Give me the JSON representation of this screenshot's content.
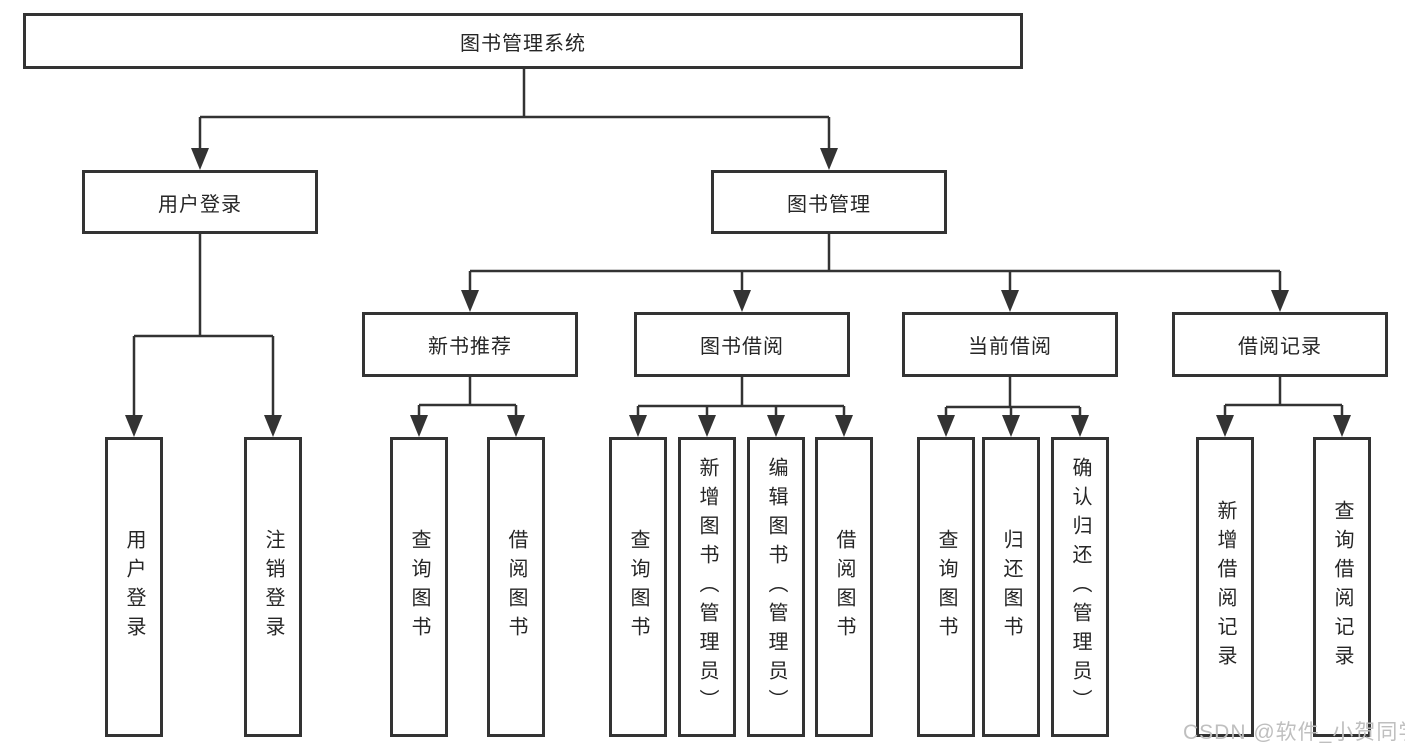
{
  "diagram_title": "图书管理系统",
  "tree": {
    "root": {
      "label": "图书管理系统"
    },
    "branches": [
      {
        "label": "用户登录",
        "children": [
          {
            "label": "用户登录"
          },
          {
            "label": "注销登录"
          }
        ]
      },
      {
        "label": "图书管理",
        "children": [
          {
            "label": "新书推荐",
            "children": [
              {
                "label": "查询图书"
              },
              {
                "label": "借阅图书"
              }
            ]
          },
          {
            "label": "图书借阅",
            "children": [
              {
                "label": "查询图书"
              },
              {
                "label": "新增图书（管理员）"
              },
              {
                "label": "编辑图书（管理员）"
              },
              {
                "label": "借阅图书"
              }
            ]
          },
          {
            "label": "当前借阅",
            "children": [
              {
                "label": "查询图书"
              },
              {
                "label": "归还图书"
              },
              {
                "label": "确认归还（管理员）"
              }
            ]
          },
          {
            "label": "借阅记录",
            "children": [
              {
                "label": "新增借阅记录"
              },
              {
                "label": "查询借阅记录"
              }
            ]
          }
        ]
      }
    ]
  },
  "watermark": {
    "text": "CSDN @软件_小贺同学"
  },
  "colors": {
    "line": "#333333",
    "box_border": "#333333",
    "box_background": "#ffffff",
    "text": "#262626",
    "watermark": "#bfbfbf",
    "background": "#ffffff"
  }
}
